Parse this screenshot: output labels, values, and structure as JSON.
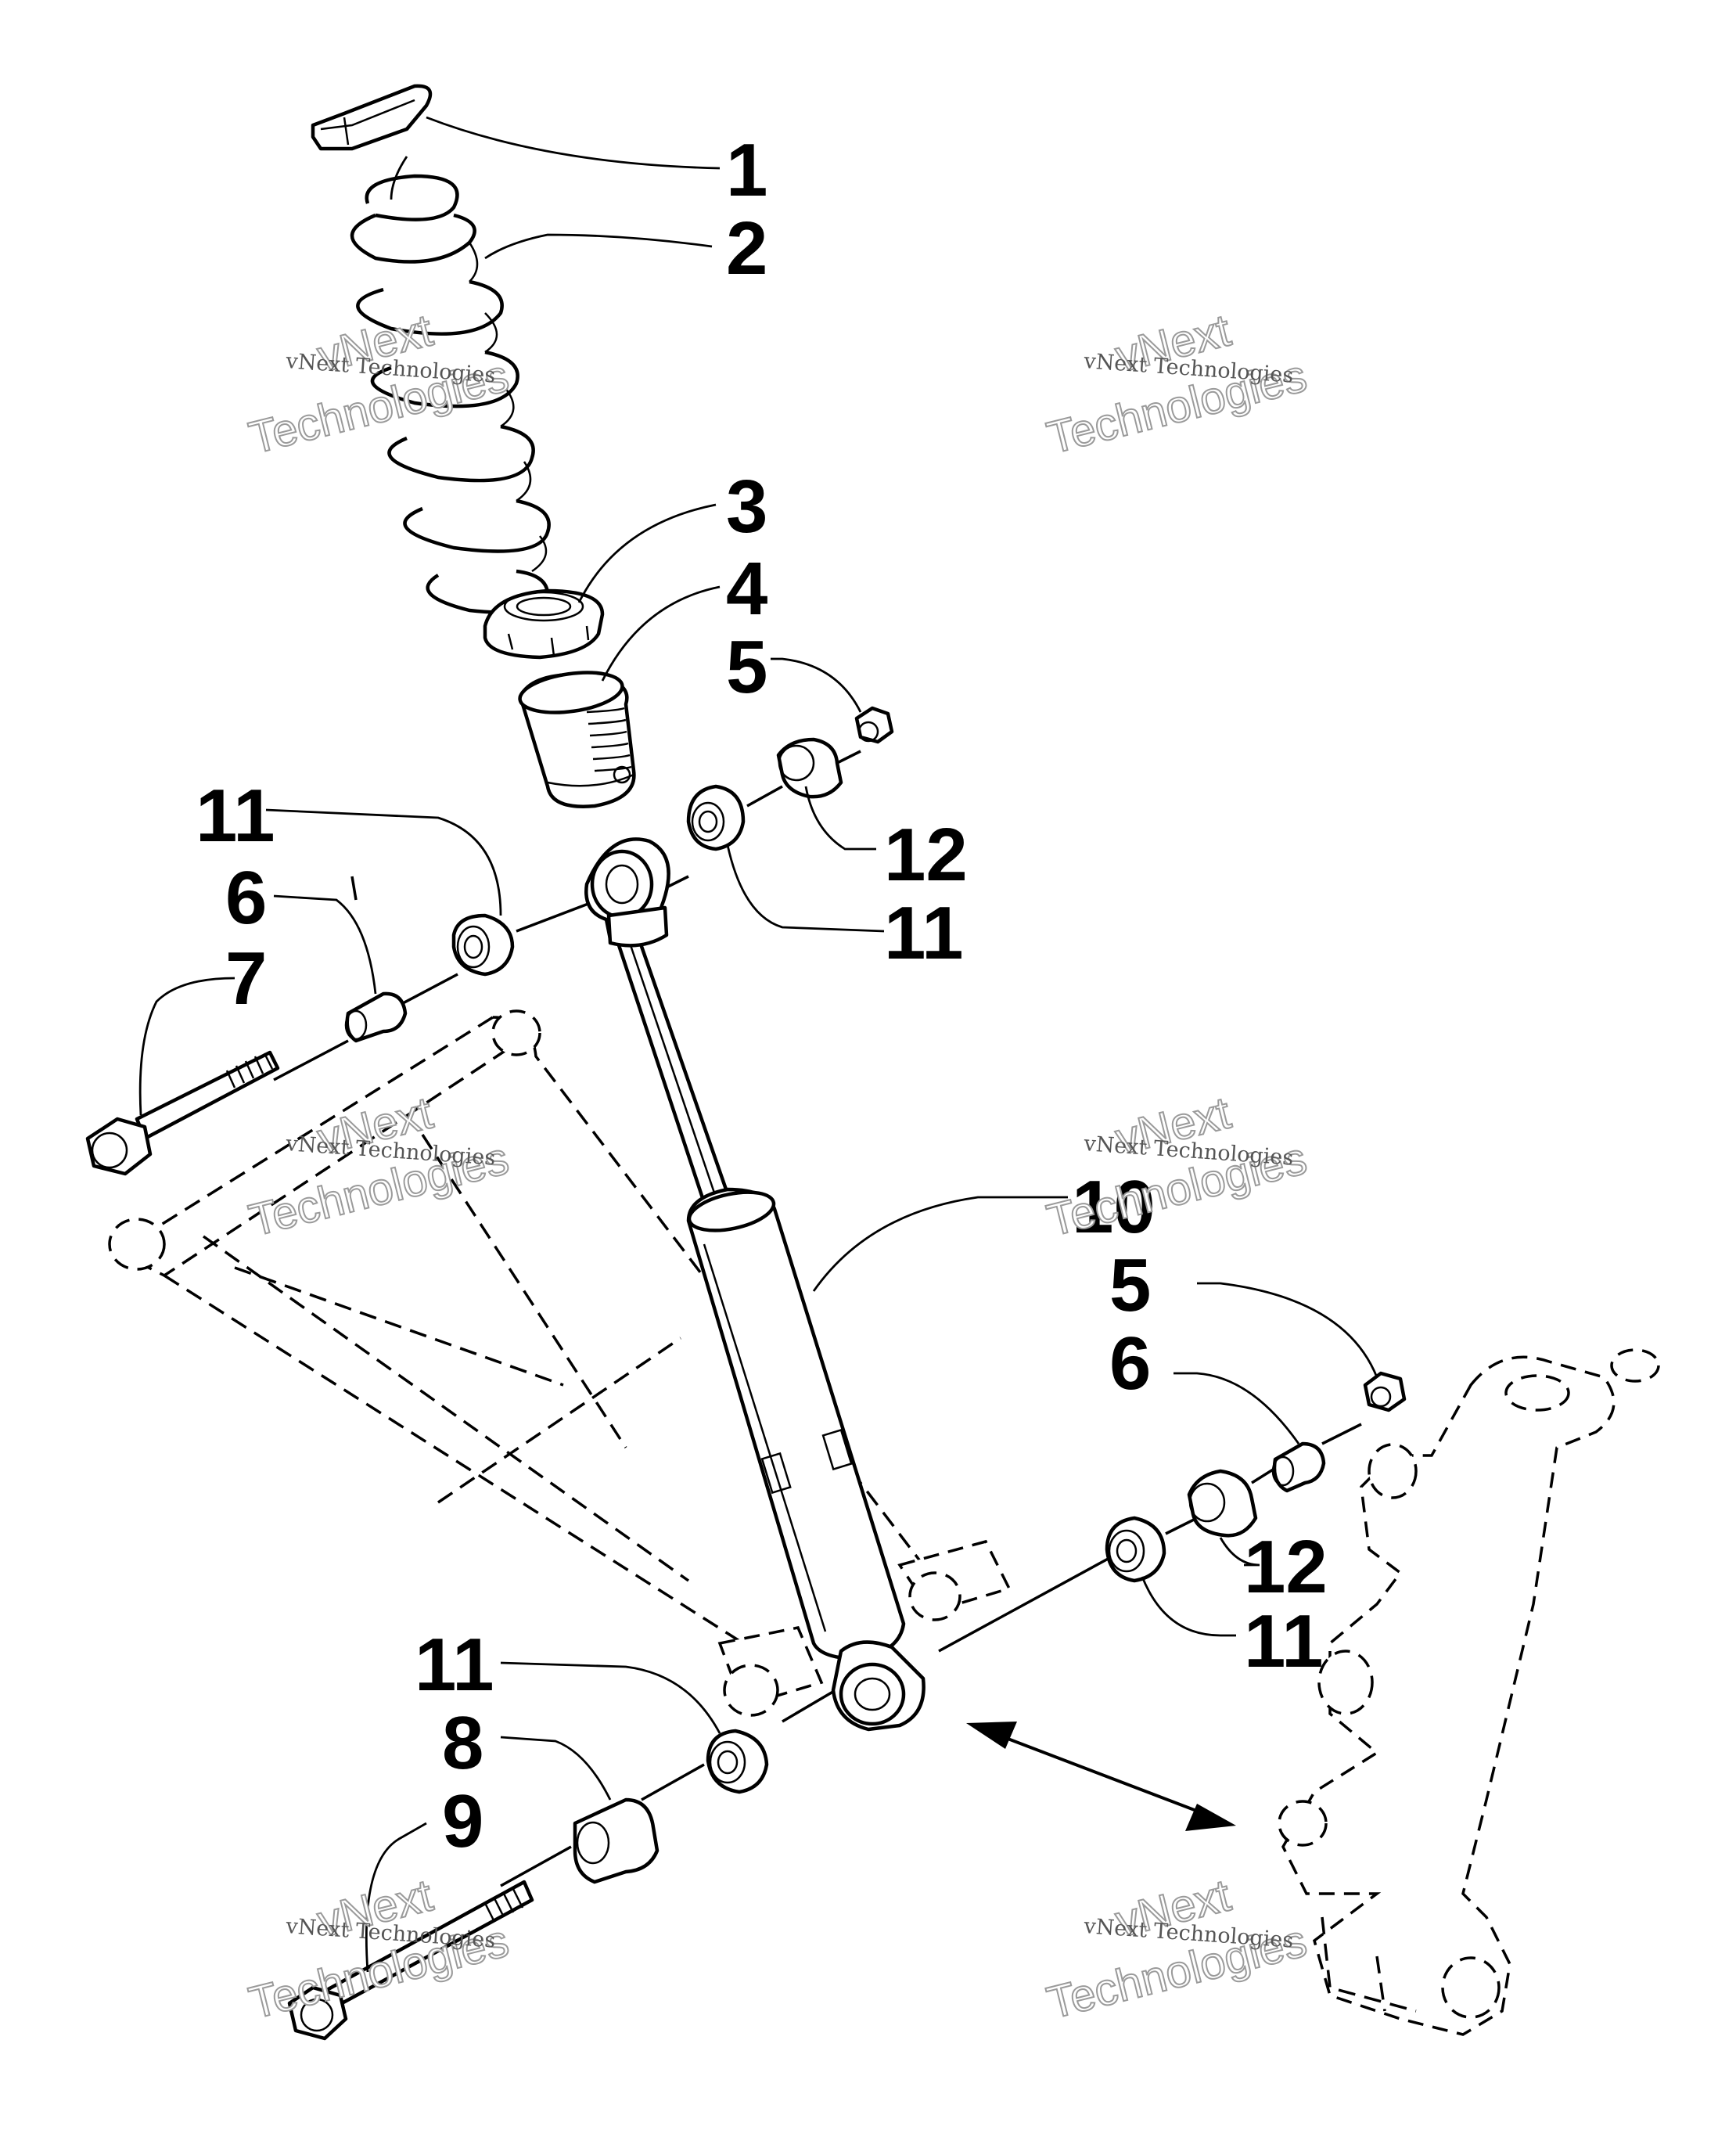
{
  "watermark": {
    "line_small": "vNext Technologies",
    "line_big_1": "vNext",
    "line_big_2": "Technologies"
  },
  "callouts": {
    "c1": "1",
    "c2": "2",
    "c3": "3",
    "c4": "4",
    "c5_top": "5",
    "c11_left": "11",
    "c6_left": "6",
    "c7": "7",
    "c12_top": "12",
    "c11_top_right": "11",
    "c10": "10",
    "c5_right": "5",
    "c6_right": "6",
    "c12_right": "12",
    "c11_right": "11",
    "c11_bottom": "11",
    "c8": "8",
    "c9": "9"
  },
  "colors": {
    "line": "#000000",
    "background": "#ffffff",
    "watermark": "#9a9a9a"
  },
  "icons": {
    "double_arrow": "double-headed-arrow"
  }
}
